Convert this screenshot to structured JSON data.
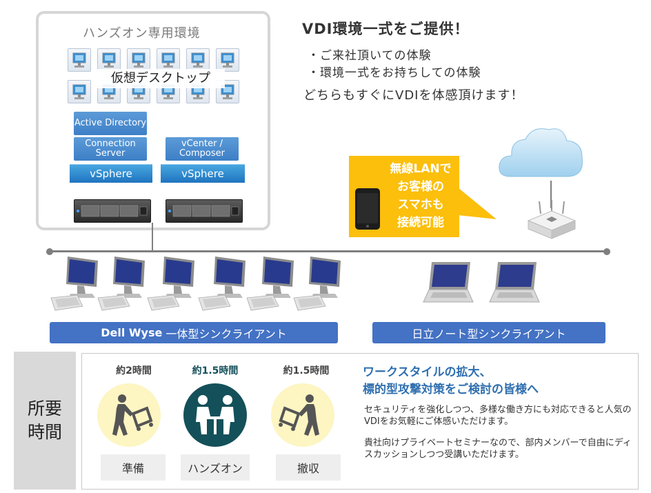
{
  "handson": {
    "title": "ハンズオン専用環境",
    "virtual_desktop_label": "仮想デスクトップ",
    "active_directory": "Active Directory",
    "connection_server": "Connection Server",
    "vcenter": "vCenter / Composer",
    "vsphere_left": "vSphere",
    "vsphere_right": "vSphere"
  },
  "intro": {
    "headline": "VDI環境一式をご提供！",
    "bullet1": "・ご来社頂いての体験",
    "bullet2": "・環境一式をお持ちしての体験",
    "tagline": "どちらもすぐにVDIを体感頂けます！"
  },
  "lan_callout": {
    "line1": "無線LANで",
    "line2": "お客様の",
    "line3": "スマホも",
    "line4": "接続可能"
  },
  "clients": {
    "wyse_brand": "Dell Wyse",
    "wyse_rest": " 一体型シンクライアント",
    "hitachi": "日立ノート型シンクライアント"
  },
  "time": {
    "side_label_1": "所要",
    "side_label_2": "時間",
    "phases": [
      {
        "time": "約2時間",
        "name": "準備"
      },
      {
        "time": "約1.5時間",
        "name": "ハンズオン"
      },
      {
        "time": "約1.5時間",
        "name": "撤収"
      }
    ]
  },
  "promo": {
    "title1": "ワークスタイルの拡大、",
    "title2": "標的型攻撃対策をご検討の皆様へ",
    "para1": "セキュリティを強化しつつ、多様な働き方にも対応できると人気のVDIをお気軽にご体感いただけます。",
    "para2": "貴社向けプライベートセミナーなので、部内メンバーで自由にディスカッションしつつ受講いただけます。"
  },
  "colors": {
    "accent_blue": "#4472c4",
    "callout_yellow": "#fbbf0c",
    "circle_yellow": "#fdf5c2",
    "circle_teal": "#14505a",
    "promo_blue": "#2f6fb0"
  }
}
